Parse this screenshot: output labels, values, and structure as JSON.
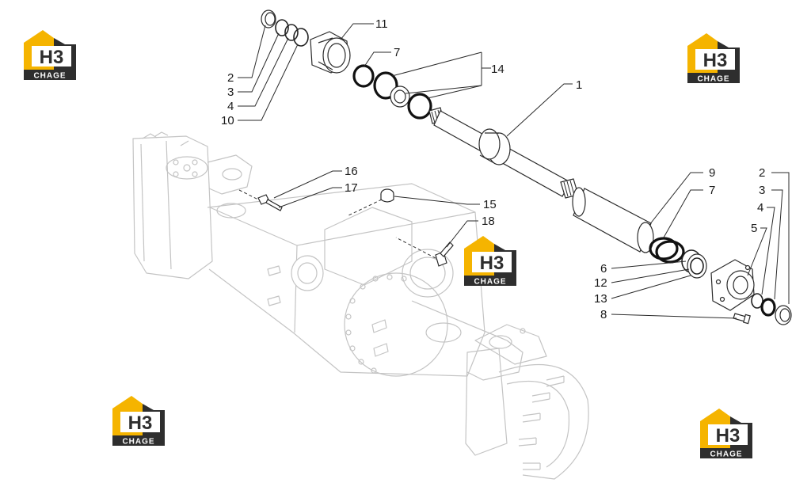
{
  "logo": {
    "mark": "H3",
    "caption": "CHAGE",
    "colors": {
      "yellow": "#f5b400",
      "dark": "#2e2e2e",
      "white": "#ffffff"
    }
  },
  "callouts": [
    "1",
    "2",
    "3",
    "4",
    "5",
    "6",
    "7",
    "8",
    "9",
    "10",
    "11",
    "12",
    "13",
    "14",
    "15",
    "16",
    "17",
    "18"
  ],
  "colors": {
    "line": "#2a2a2a",
    "ghost": "#c4c4c4",
    "oring": "#111111"
  }
}
